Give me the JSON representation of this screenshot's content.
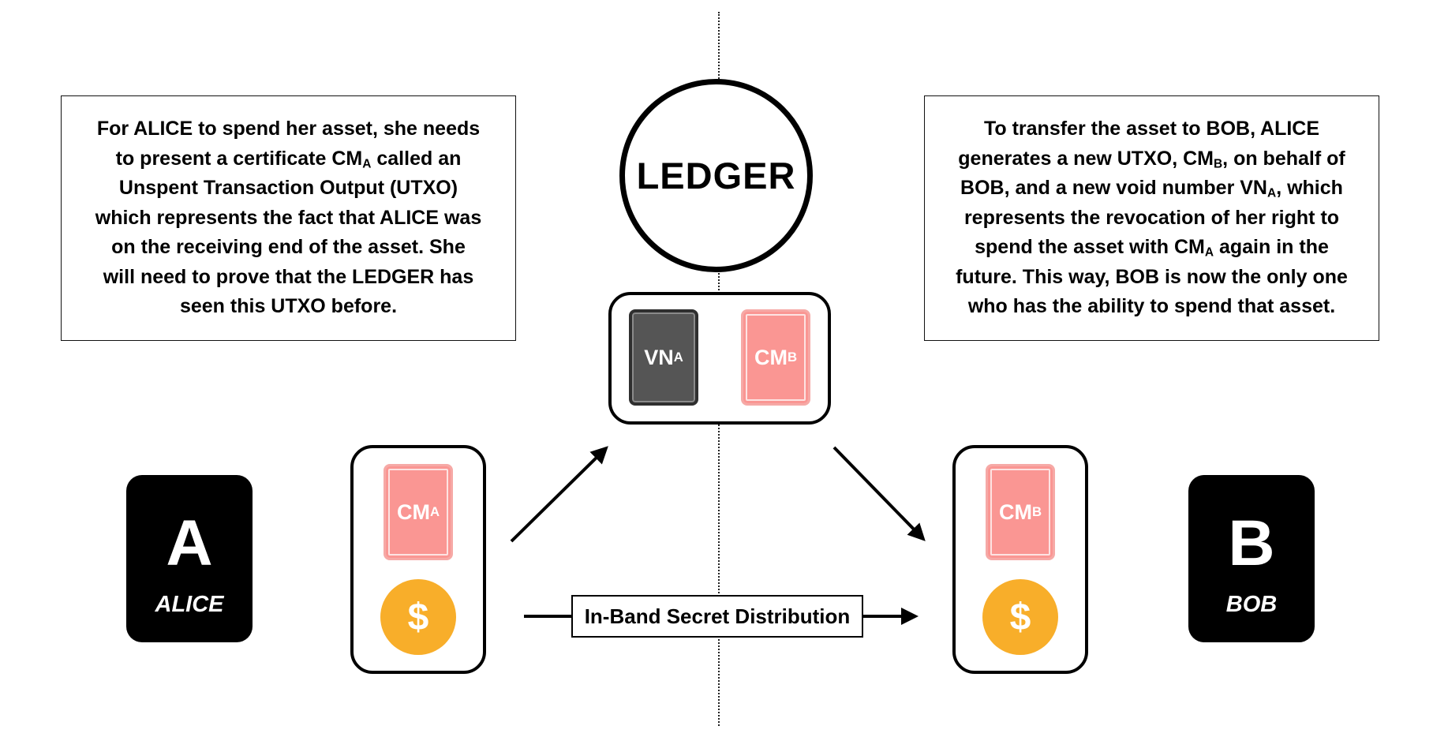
{
  "ledger": {
    "label": "LEDGER"
  },
  "left_note": {
    "line1": "For ALICE to spend her asset, she needs",
    "line2_a": "to present a certificate CM",
    "line2_sub": "A",
    "line2_b": " called an",
    "line3": "Unspent Transaction Output (UTXO)",
    "line4": "which represents the fact that ALICE was",
    "line5": "on the receiving end of the asset. She",
    "line6": "will need to prove that the LEDGER has",
    "line7": "seen this UTXO before."
  },
  "right_note": {
    "line1": "To transfer the asset to BOB, ALICE",
    "line2_a": "generates a new UTXO, CM",
    "line2_sub": "B",
    "line2_b": ", on behalf of",
    "line3_a": "BOB, and a new void number VN",
    "line3_sub": "A",
    "line3_b": ", which",
    "line4": "represents the revocation of her right to",
    "line5_a": "spend the asset with CM",
    "line5_sub": "A",
    "line5_b": " again in the",
    "line6": "future. This way, BOB is now the only one",
    "line7": "who has the ability to spend that asset."
  },
  "ledger_box": {
    "vn_card": {
      "base": "VN",
      "sub": "A"
    },
    "cm_card": {
      "base": "CM",
      "sub": "B"
    }
  },
  "alice_wallet": {
    "card": {
      "base": "CM",
      "sub": "A"
    },
    "coin": "$"
  },
  "bob_wallet": {
    "card": {
      "base": "CM",
      "sub": "B"
    },
    "coin": "$"
  },
  "alice": {
    "letter": "A",
    "name": "ALICE"
  },
  "bob": {
    "letter": "B",
    "name": "BOB"
  },
  "inband_label": "In-Band Secret Distribution",
  "colors": {
    "card_pink": "#fa9693",
    "card_gray": "#555555",
    "coin": "#f8ae2a",
    "party": "#000000"
  }
}
